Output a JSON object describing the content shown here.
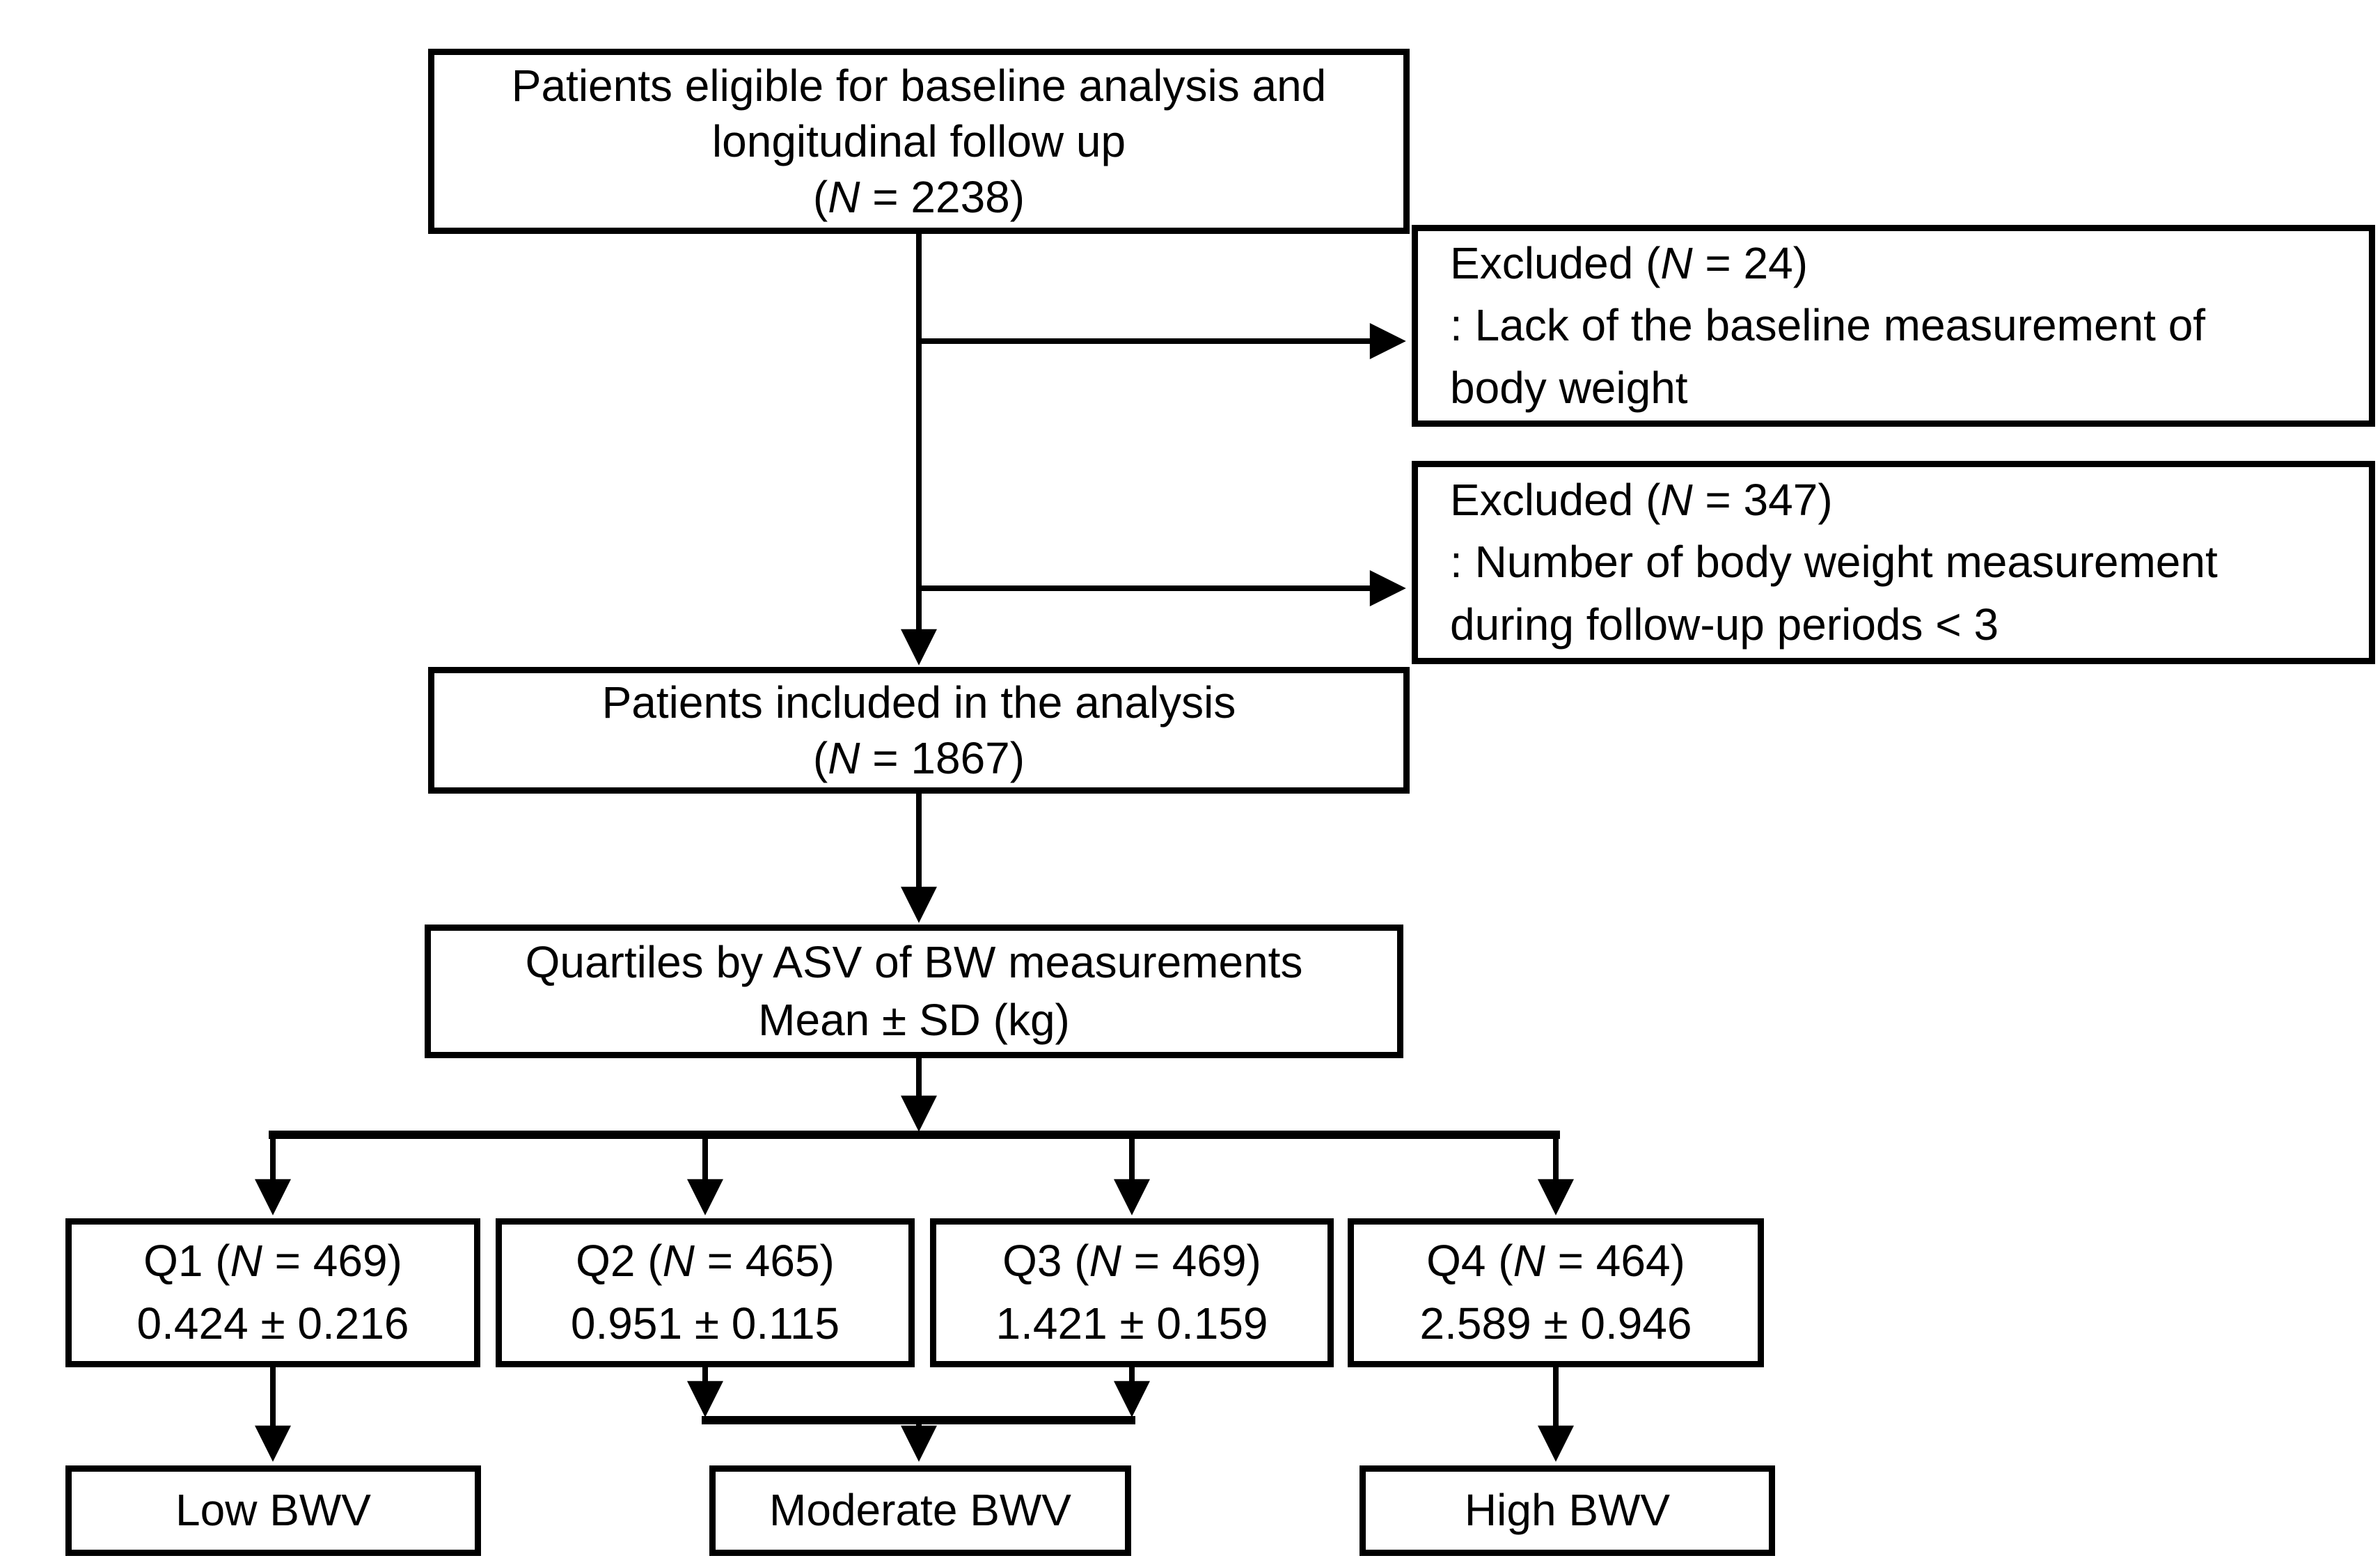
{
  "colors": {
    "ink": "#000000",
    "background": "#ffffff"
  },
  "boxes": {
    "eligible": {
      "line1": "Patients eligible for baseline analysis and",
      "line2": "longitudinal follow up",
      "n_open": "(",
      "n_symbol": "N",
      "n_rest": " = 2238)"
    },
    "excluded_baseline": {
      "title_pre": "Excluded (",
      "n_symbol": "N",
      "title_post": " = 24)",
      "reason_line1": ": Lack of the baseline measurement of",
      "reason_line2": "body weight"
    },
    "excluded_followup": {
      "title_pre": "Excluded (",
      "n_symbol": "N",
      "title_post": " = 347)",
      "reason_line1": ": Number of body weight measurement",
      "reason_line2": "during follow-up periods < 3"
    },
    "included": {
      "line1": "Patients included in the analysis",
      "n_open": "(",
      "n_symbol": "N",
      "n_rest": " = 1867)"
    },
    "quartiles": {
      "line1": "Quartiles by ASV of BW measurements",
      "line2": "Mean ± SD (kg)"
    },
    "quartile_boxes": [
      {
        "label_pre": "Q1 (",
        "n_symbol": "N",
        "label_post": " = 469)",
        "value": "0.424 ± 0.216"
      },
      {
        "label_pre": "Q2 (",
        "n_symbol": "N",
        "label_post": " = 465)",
        "value": "0.951 ± 0.115"
      },
      {
        "label_pre": "Q3 (",
        "n_symbol": "N",
        "label_post": " = 469)",
        "value": "1.421 ± 0.159"
      },
      {
        "label_pre": "Q4 (",
        "n_symbol": "N",
        "label_post": " = 464)",
        "value": "2.589 ± 0.946"
      }
    ],
    "outcomes": [
      {
        "label": "Low BWV"
      },
      {
        "label": "Moderate BWV"
      },
      {
        "label": "High BWV"
      }
    ]
  }
}
